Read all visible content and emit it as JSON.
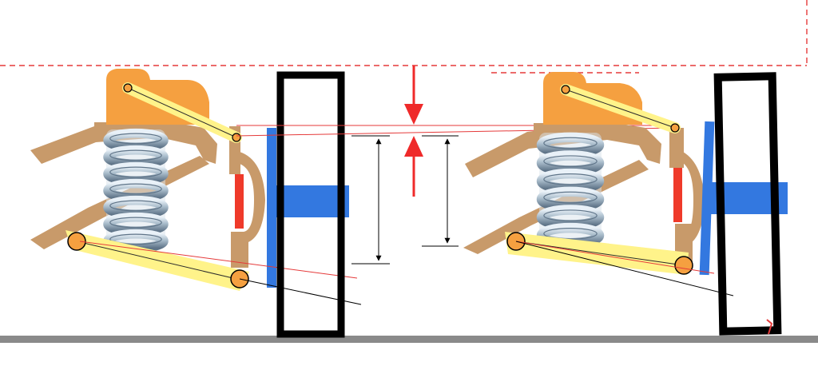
{
  "colors": {
    "body_brown": "#c89a6a",
    "knuckle_orange": "#f5a040",
    "arm_yellow": "#fff38a",
    "pivot_orange": "#f5a040",
    "tire_black": "#000000",
    "hub_blue": "#3378e0",
    "brake_red": "#ef3a2a",
    "spring_steel": "#b8c8d6",
    "spring_dark": "#5f7488",
    "ground_gray": "#8a8a8a",
    "frame_dash_red": "#e53a3a",
    "arrow_red": "#ef2a2a",
    "line_red": "#e53a3a",
    "line_black": "#000000"
  },
  "diagram": {
    "panels": [
      {
        "name": "left-suspension",
        "state": "before"
      },
      {
        "name": "right-suspension",
        "state": "after"
      }
    ],
    "parts": [
      "spring",
      "upper-control-arm",
      "lower-control-arm",
      "knuckle",
      "wheel",
      "hub",
      "brake",
      "chassis"
    ],
    "annotations": [
      "camber-gap-arrows",
      "vertical-travel-dimension",
      "chassis-reference-frame"
    ]
  }
}
